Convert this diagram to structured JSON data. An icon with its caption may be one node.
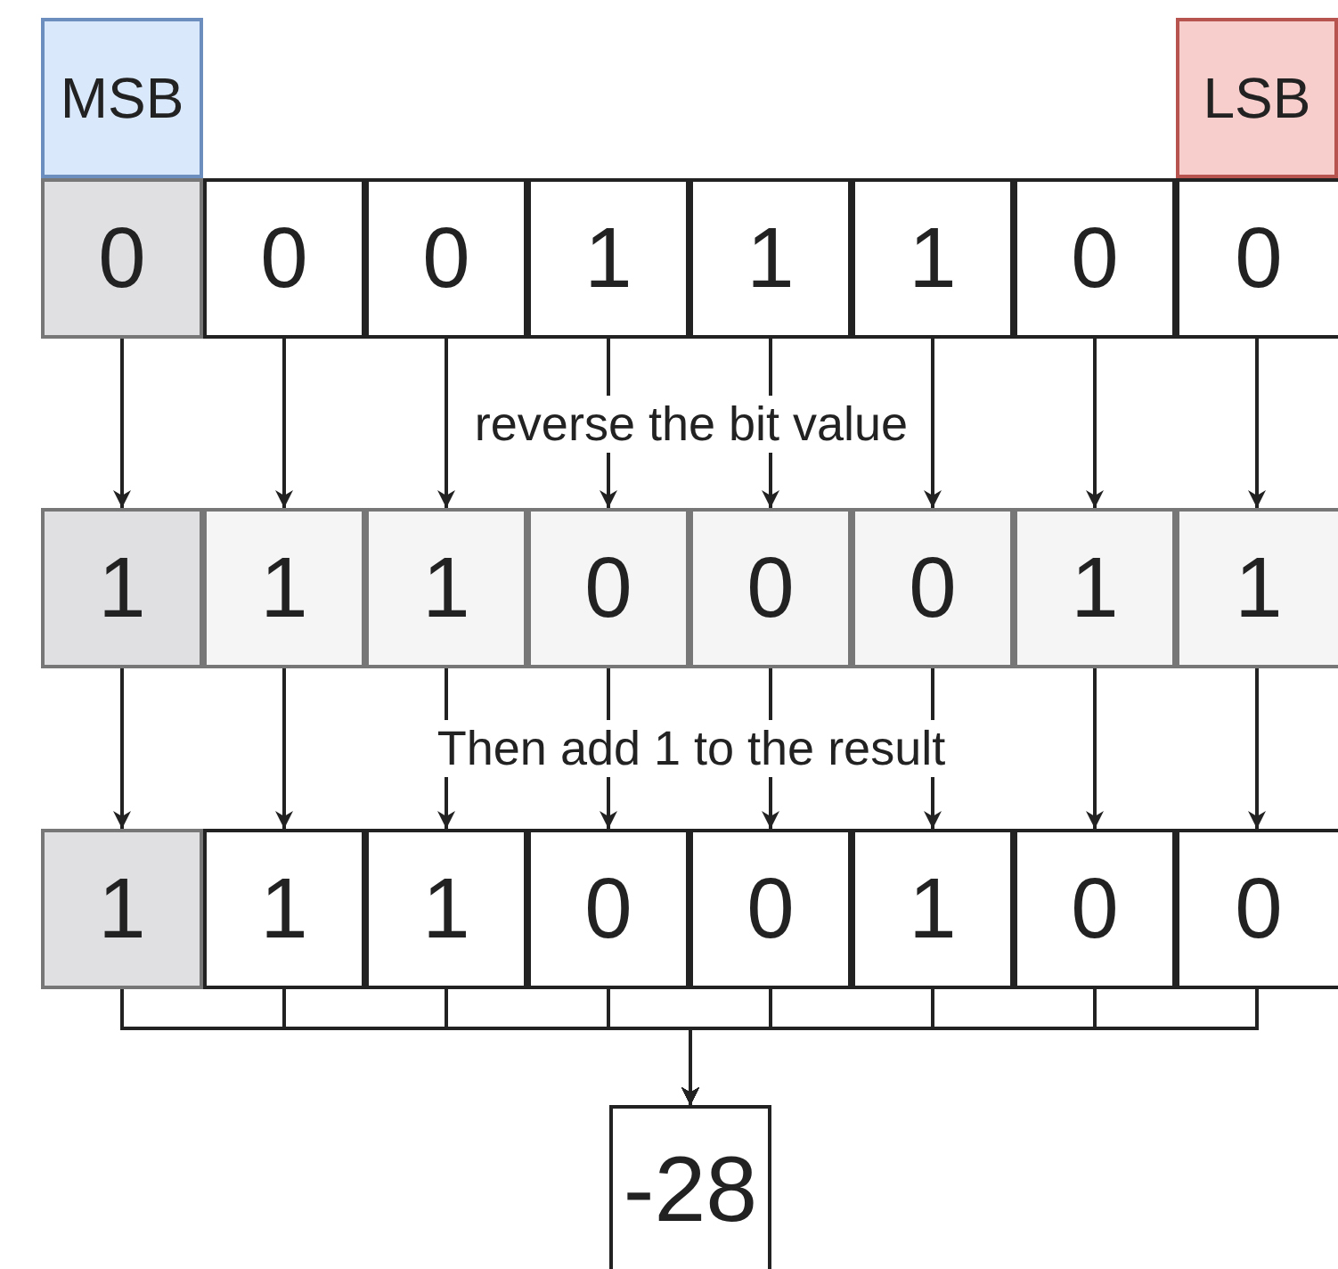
{
  "diagram": {
    "nodes": [
      {
        "text": [
          "MSB"
        ]
      },
      {
        "text": [
          "LSB"
        ]
      },
      {
        "text": [
          "0"
        ]
      },
      {
        "text": [
          "0"
        ]
      },
      {
        "text": [
          "0"
        ]
      },
      {
        "text": [
          "1"
        ]
      },
      {
        "text": [
          "1"
        ]
      },
      {
        "text": [
          "1"
        ]
      },
      {
        "text": [
          "0"
        ]
      },
      {
        "text": [
          "0"
        ]
      },
      {
        "text": [
          "1"
        ]
      },
      {
        "text": [
          "1"
        ]
      },
      {
        "text": [
          "1"
        ]
      },
      {
        "text": [
          "0"
        ]
      },
      {
        "text": [
          "0"
        ]
      },
      {
        "text": [
          "0"
        ]
      },
      {
        "text": [
          "1"
        ]
      },
      {
        "text": [
          "1"
        ]
      },
      {
        "text": [
          "1"
        ]
      },
      {
        "text": [
          "1"
        ]
      },
      {
        "text": [
          "1"
        ]
      },
      {
        "text": [
          "0"
        ]
      },
      {
        "text": [
          "0"
        ]
      },
      {
        "text": [
          "1"
        ]
      },
      {
        "text": [
          "0"
        ]
      },
      {
        "text": [
          "0"
        ]
      },
      {
        "text": [
          "-28"
        ]
      }
    ],
    "edges": [
      {
        "from": 2,
        "to": 10,
        "arrow": "to"
      },
      {
        "from": 3,
        "to": 11,
        "arrow": "to"
      },
      {
        "from": 4,
        "to": 12,
        "arrow": "to"
      },
      {
        "from": 5,
        "to": 13,
        "arrow": "to"
      },
      {
        "from": 6,
        "to": 14,
        "arrow": "to"
      },
      {
        "from": 7,
        "to": 15,
        "arrow": "to"
      },
      {
        "from": 8,
        "to": 16,
        "arrow": "to"
      },
      {
        "from": 9,
        "to": 17,
        "arrow": "to"
      },
      {
        "from": 10,
        "to": 18,
        "arrow": "to"
      },
      {
        "from": 11,
        "to": 19,
        "arrow": "to"
      },
      {
        "from": 12,
        "to": 20,
        "arrow": "to"
      },
      {
        "from": 13,
        "to": 21,
        "arrow": "to"
      },
      {
        "from": 14,
        "to": 22,
        "arrow": "to"
      },
      {
        "from": 15,
        "to": 23,
        "arrow": "to"
      },
      {
        "from": 16,
        "to": 24,
        "arrow": "to"
      },
      {
        "from": 17,
        "to": 25,
        "arrow": "to"
      },
      {
        "from": 18,
        "to": 26,
        "arrow": "to"
      },
      {
        "from": 19,
        "to": 26,
        "arrow": "to"
      },
      {
        "from": 20,
        "to": 26,
        "arrow": "to"
      },
      {
        "from": 21,
        "to": 26,
        "arrow": "to"
      },
      {
        "from": 22,
        "to": 26,
        "arrow": "to"
      },
      {
        "from": 23,
        "to": 26,
        "arrow": "to"
      },
      {
        "from": 24,
        "to": 26,
        "arrow": "to"
      },
      {
        "from": 25,
        "to": 26,
        "arrow": "to"
      }
    ],
    "labels": [
      "reverse the bit value",
      "Then add 1 to the result"
    ]
  }
}
